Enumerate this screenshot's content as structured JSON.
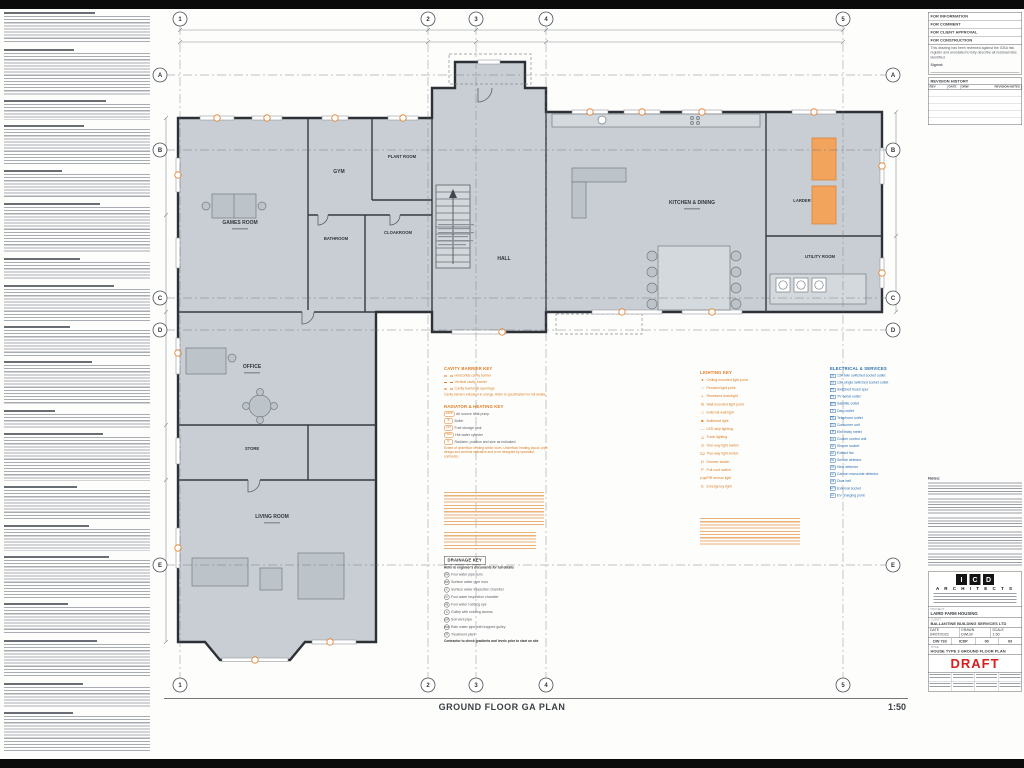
{
  "document": {
    "plan_title": "GROUND FLOOR GA PLAN",
    "plan_scale": "1:50"
  },
  "grid": {
    "cols": [
      "1",
      "2",
      "3",
      "4",
      "5"
    ],
    "rows": [
      "A",
      "B",
      "C",
      "D",
      "E"
    ]
  },
  "rooms": {
    "games": "GAMES ROOM",
    "gym": "GYM",
    "plant": "PLANT ROOM",
    "bathroom": "BATHROOM",
    "cloakroom": "CLOAKROOM",
    "hall": "HALL",
    "kitchen": "KITCHEN & DINING",
    "larder": "LARDER",
    "utility": "UTILITY ROOM",
    "office": "OFFICE",
    "store": "STORE",
    "living": "LIVING ROOM"
  },
  "keys": {
    "cavity": {
      "title": "CAVITY BARRIER KEY",
      "items": [
        {
          "label": "Horizontal cavity barrier"
        },
        {
          "label": "Vertical cavity barrier"
        },
        {
          "label": "Cavity barrier at openings"
        }
      ],
      "note": "Cavity barriers indicated in orange. Refer to specification for full details."
    },
    "heating": {
      "title": "RADIATOR & HEATING KEY",
      "items": [
        {
          "sym": "ASHP",
          "label": "Air source heat pump"
        },
        {
          "sym": "B",
          "label": "Boiler"
        },
        {
          "sym": "FST",
          "label": "Fuel storage tank"
        },
        {
          "sym": "HWC",
          "label": "Hot water cylinder"
        },
        {
          "sym": "R",
          "label": "Radiator; position and size as indicated"
        }
      ],
      "note": "Extent of underfloor heating within room. Underfloor heating layout, pipe design and controls indicative and to be designed by specialist contractor."
    },
    "lighting": {
      "title": "LIGHTING KEY",
      "items": [
        {
          "sym": "●",
          "label": "Ceiling mounted light point"
        },
        {
          "sym": "○",
          "label": "Pendant light point"
        },
        {
          "sym": "◐",
          "label": "Recessed downlight"
        },
        {
          "sym": "◎",
          "label": "Wall mounted light point"
        },
        {
          "sym": "□",
          "label": "External wall light"
        },
        {
          "sym": "■",
          "label": "Bulkhead light"
        },
        {
          "sym": "—",
          "label": "LED strip lighting"
        },
        {
          "sym": "△",
          "label": "Track lighting"
        },
        {
          "sym": "S",
          "label": "One-way light switch"
        },
        {
          "sym": "S2",
          "label": "Two-way light switch"
        },
        {
          "sym": "D",
          "label": "Dimmer switch"
        },
        {
          "sym": "P",
          "label": "Pull cord switch"
        },
        {
          "sym": "PIR",
          "label": "PIR sensor light"
        },
        {
          "sym": "E",
          "label": "Emergency light"
        }
      ]
    },
    "electrical": {
      "title": "ELECTRICAL & SERVICES",
      "items": [
        {
          "sym": "2G",
          "label": "13A twin switched socket outlet"
        },
        {
          "sym": "1G",
          "label": "13A single switched socket outlet"
        },
        {
          "sym": "FS",
          "label": "Switched fused spur"
        },
        {
          "sym": "TV",
          "label": "TV aerial outlet"
        },
        {
          "sym": "SAT",
          "label": "Satellite outlet"
        },
        {
          "sym": "D",
          "label": "Data outlet"
        },
        {
          "sym": "TEL",
          "label": "Telephone outlet"
        },
        {
          "sym": "CU",
          "label": "Consumer unit"
        },
        {
          "sym": "M",
          "label": "Electricity meter"
        },
        {
          "sym": "CK",
          "label": "Cooker control unit"
        },
        {
          "sym": "SH",
          "label": "Shaver socket"
        },
        {
          "sym": "EF",
          "label": "Extract fan"
        },
        {
          "sym": "SD",
          "label": "Smoke detector"
        },
        {
          "sym": "HD",
          "label": "Heat detector"
        },
        {
          "sym": "CO",
          "label": "Carbon monoxide detector"
        },
        {
          "sym": "DB",
          "label": "Door bell"
        },
        {
          "sym": "EXT",
          "label": "External socket"
        },
        {
          "sym": "EV",
          "label": "EV charging point"
        }
      ]
    },
    "drainage": {
      "title": "DRAINAGE KEY",
      "subtitle": "Refer to engineer's documents for full details",
      "items": [
        {
          "sym": "FW",
          "label": "Foul water pipe runs"
        },
        {
          "sym": "SW",
          "label": "Surface water pipe runs"
        },
        {
          "sym": "IC",
          "label": "Surface water inspection chamber"
        },
        {
          "sym": "IC",
          "label": "Foul water inspection chamber"
        },
        {
          "sym": "RE",
          "label": "Foul water rodding eye"
        },
        {
          "sym": "G",
          "label": "Gulley with rodding access"
        },
        {
          "sym": "SVP",
          "label": "Soil vent pipe"
        },
        {
          "sym": "RWP",
          "label": "Rain water pipe with trapped gulley"
        },
        {
          "sym": "TP",
          "label": "Treatment plant"
        }
      ],
      "note": "Contractor to check gradients and levels prior to start on site"
    }
  },
  "titleblock": {
    "status_lines": [
      "FOR INFORMATION",
      "FOR COMMENT",
      "FOR CLIENT APPROVAL",
      "FOR CONSTRUCTION"
    ],
    "review_note": "This drawing has been reviewed against the ICBA risk register and annotated to fully describe all residual risks identified.",
    "signed_label": "Signed:",
    "revision": {
      "title": "REVISION HISTORY",
      "cols": [
        "REV",
        "DATE",
        "DRW",
        "REVISION NOTES"
      ]
    },
    "notes_label": "Notes:",
    "logo_letters": [
      "I",
      "C",
      "D"
    ],
    "logo_word": "A R C H I T E C T S",
    "project_label": "PROJECT",
    "project": "LAIRD FARM HOUSING",
    "client_label": "CLIENT",
    "client": "BALLANTINE BUILDING SERVICES LTD",
    "date_label": "DATE",
    "date": "04/07/2022",
    "drawn_label": "DRAWN",
    "drawn": "DWLW",
    "scale_label": "SCALE",
    "scale": "1:50",
    "number_parts": [
      "DW 733",
      "ICDP",
      "00",
      "03"
    ],
    "title_label": "TITLE",
    "drawing_title": "HOUSE TYPE 3 GROUND FLOOR PLAN",
    "draft": "DRAFT"
  },
  "colors": {
    "orange": "#e07a1f",
    "blue": "#2a6db0",
    "draft_red": "#d62020",
    "floor": "#c8ced4",
    "wall": "#2d3136"
  }
}
